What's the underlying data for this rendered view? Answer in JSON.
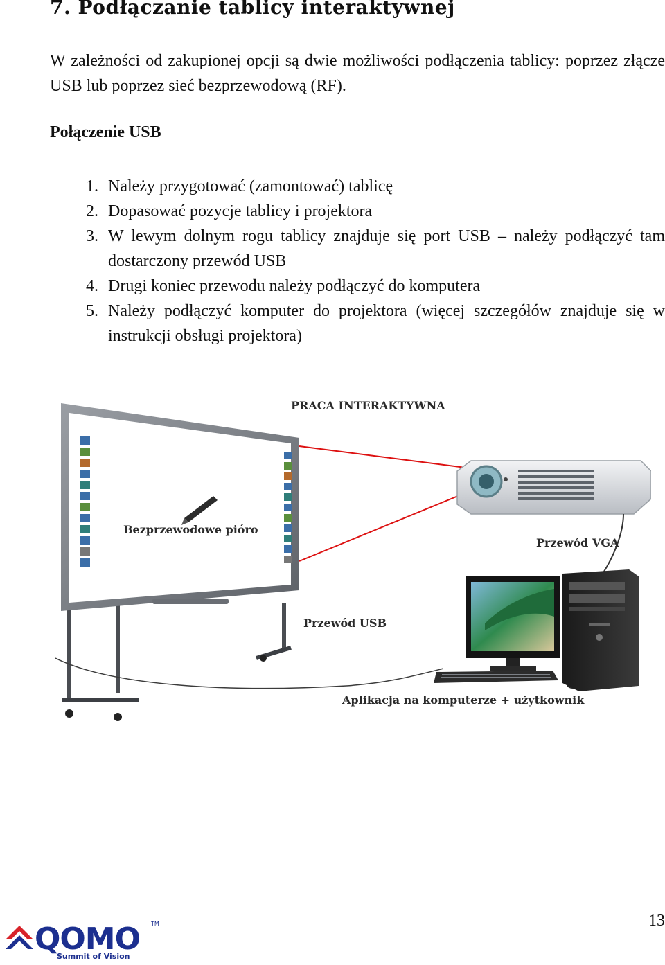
{
  "section": {
    "title": "7.  Podłączanie tablicy interaktywnej",
    "intro": "W zależności od zakupionej opcji są dwie możliwości podłączenia tablicy: poprzez złącze USB lub poprzez sieć bezprzewodową (RF).",
    "subheading": "Połączenie USB",
    "steps": [
      {
        "num": "1.",
        "text": "Należy przygotować (zamontować) tablicę"
      },
      {
        "num": "2.",
        "text": "Dopasować pozycje tablicy i projektora"
      },
      {
        "num": "3.",
        "text": "W lewym dolnym rogu tablicy znajduje się port USB – należy podłączyć tam dostarczony przewód USB"
      },
      {
        "num": "4.",
        "text": "Drugi koniec przewodu należy podłączyć do komputera"
      },
      {
        "num": "5.",
        "text": "Należy podłączyć komputer do projektora (więcej szczegółów znajduje się w instrukcji obsługi projektora)"
      }
    ]
  },
  "figure": {
    "label_top": "PRACA INTERAKTYWNA",
    "label_pen": "Bezprzewodowe pióro",
    "label_vga": "Przewód VGA",
    "label_usb": "Przewód USB",
    "label_app": "Aplikacja na komputerze + użytkownik"
  },
  "footer": {
    "page_number": "13",
    "logo_text": "QOMO",
    "logo_tagline": "Summit of Vision",
    "logo_tm": "TM",
    "brand_color": "#1c2f8f",
    "accent_color": "#d8232a"
  }
}
